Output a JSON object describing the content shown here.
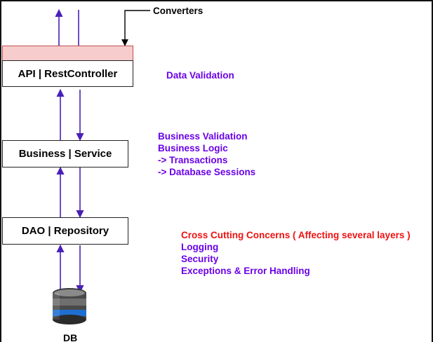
{
  "converters_label": "Converters",
  "layers": {
    "api": "API | RestController",
    "business": "Business | Service",
    "dao": "DAO | Repository",
    "db": "DB"
  },
  "notes": {
    "api": [
      "Data Validation"
    ],
    "business": [
      "Business Validation",
      "Business Logic",
      "-> Transactions",
      "-> Database Sessions"
    ],
    "cross_cutting_title": "Cross Cutting Concerns ( Affecting several layers )",
    "cross_cutting": [
      "Logging",
      "Security",
      "Exceptions & Error Handling"
    ]
  },
  "colors": {
    "note_text": "#6a00e8",
    "cross_cutting_title": "#ee1111",
    "arrow": "#4a1fb8",
    "converter_band": "#f7cccc"
  }
}
